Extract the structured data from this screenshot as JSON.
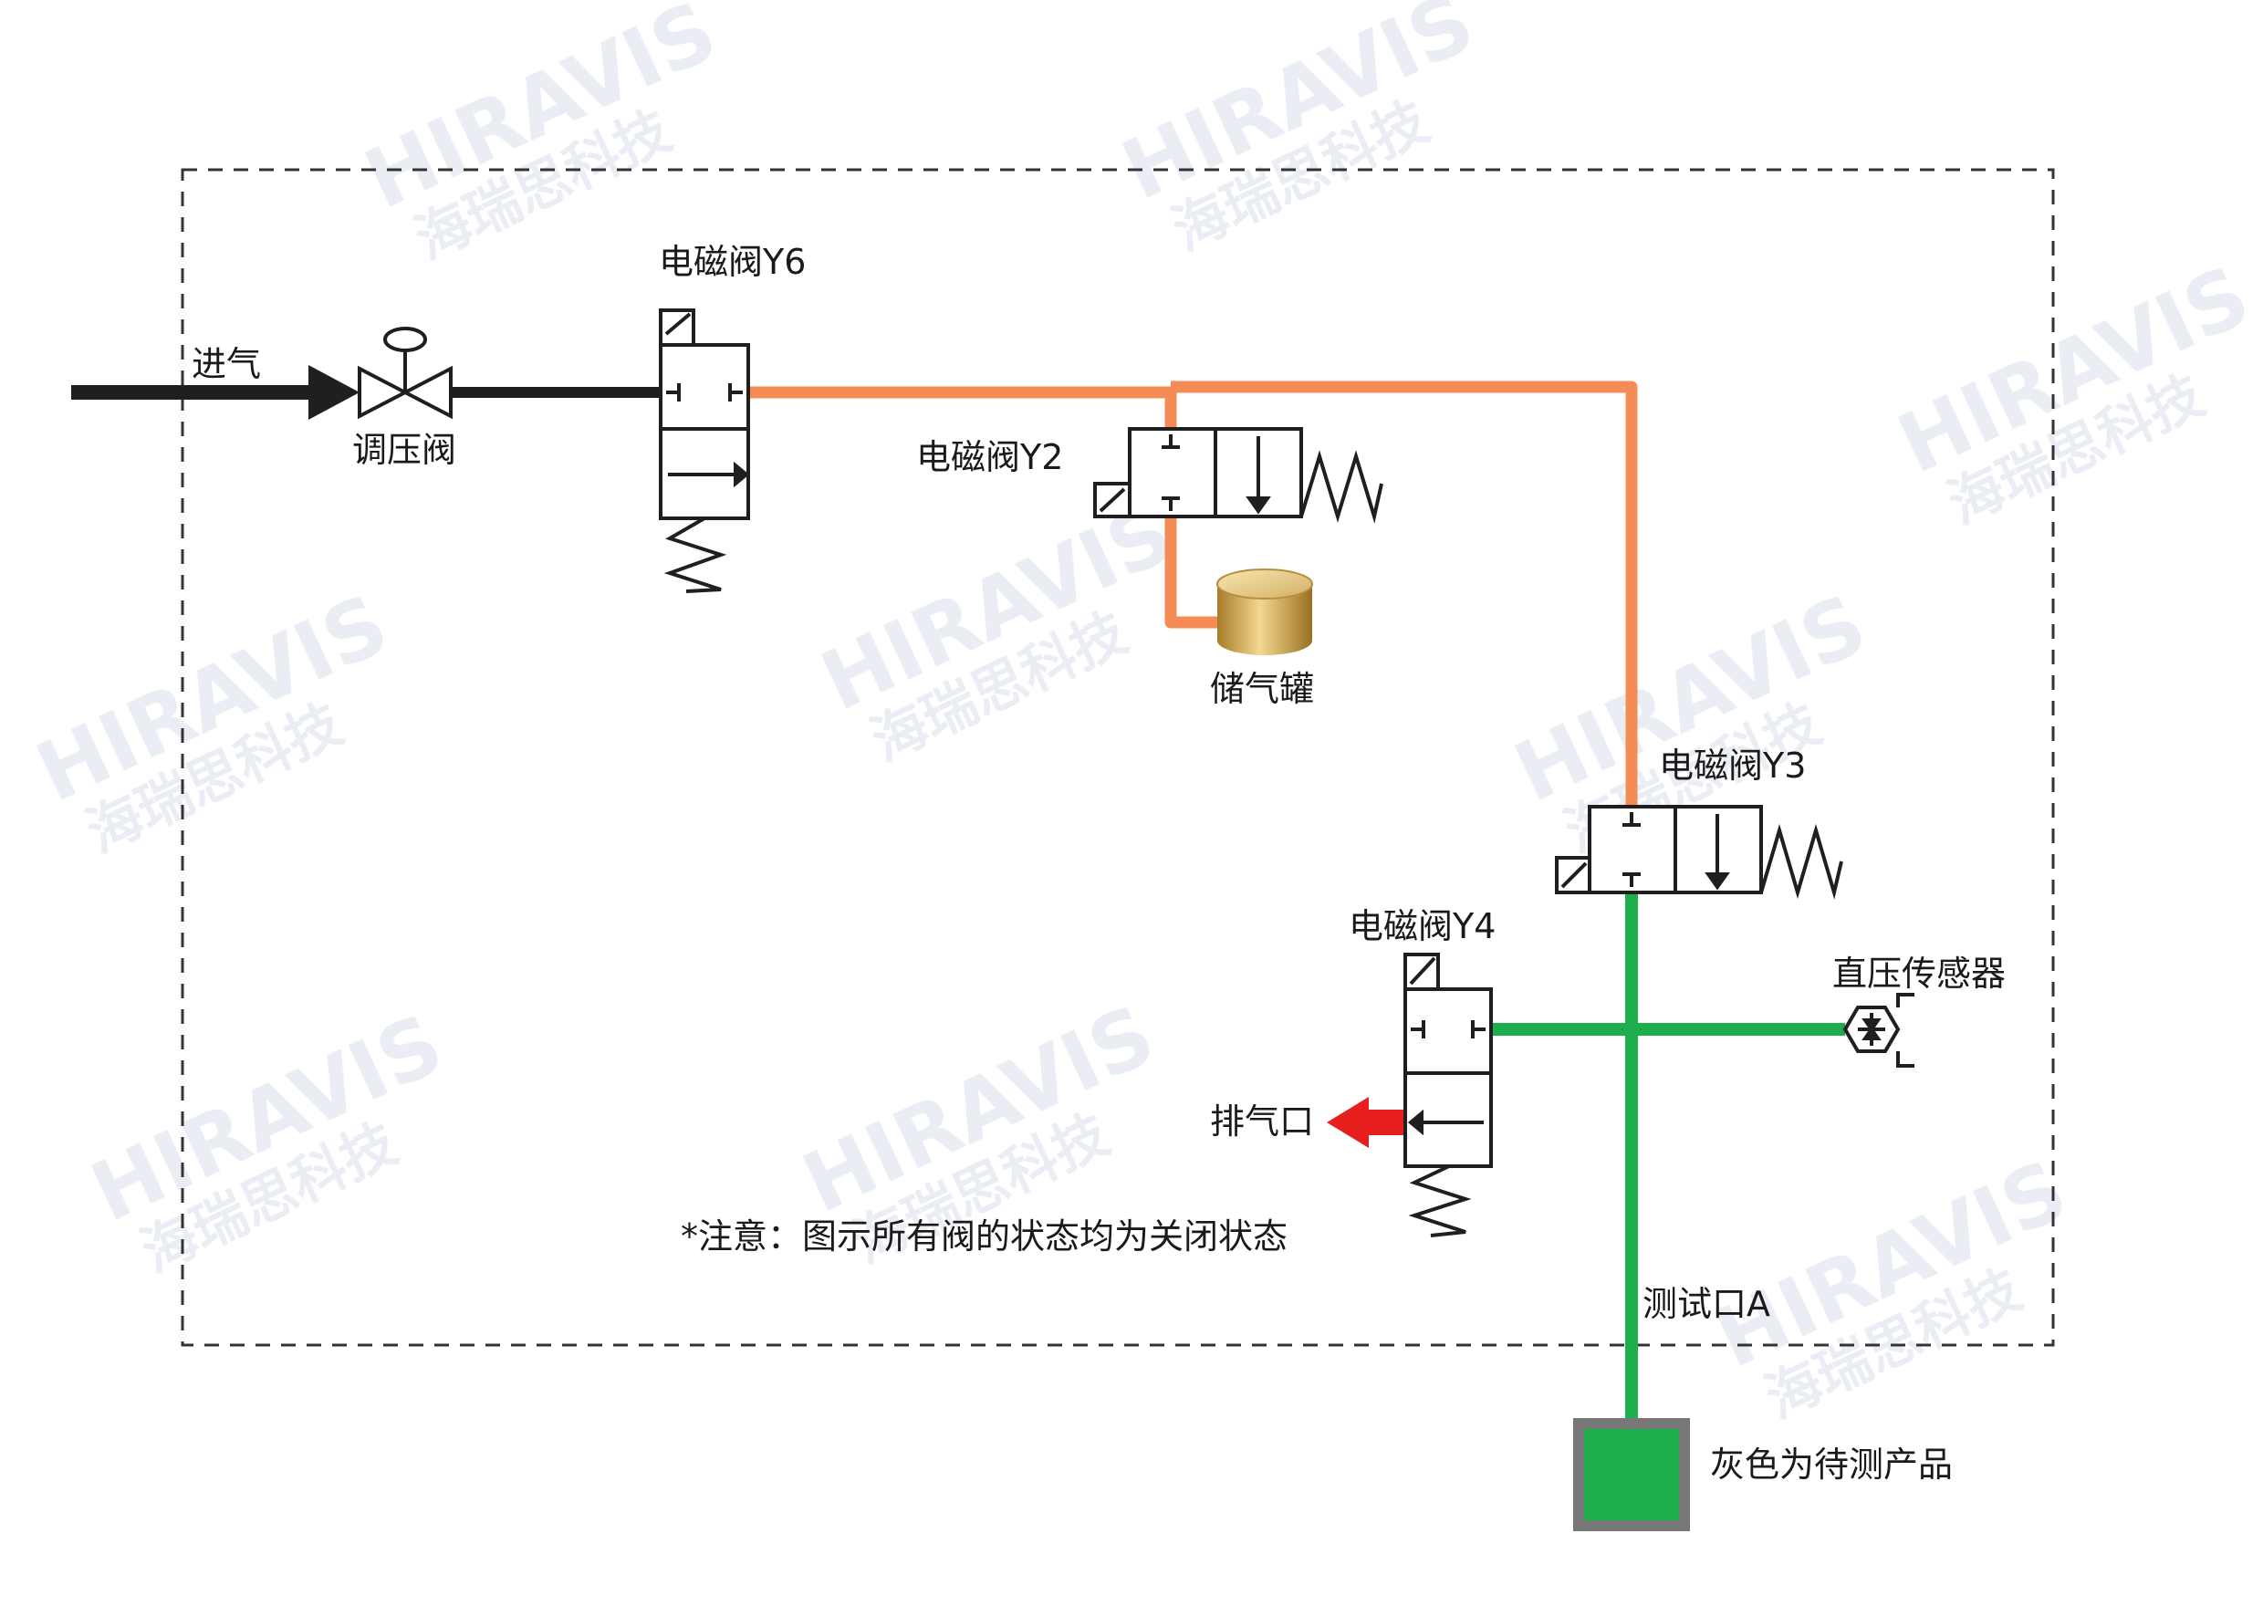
{
  "watermark": {
    "brand": "HIRAVIS",
    "company": "海瑞思科技"
  },
  "labels": {
    "inlet": "进气",
    "regulator": "调压阀",
    "valve_y6": "电磁阀Y6",
    "valve_y2": "电磁阀Y2",
    "tank": "储气罐",
    "valve_y3": "电磁阀Y3",
    "valve_y4": "电磁阀Y4",
    "sensor": "直压传感器",
    "exhaust": "排气口",
    "note": "*注意：图示所有阀的状态均为关闭状态",
    "test_port": "测试口A",
    "product": "灰色为待测产品"
  },
  "colors": {
    "inlet_line": "#1f1f1f",
    "pressure_line": "#f58b55",
    "test_line": "#1fae4d",
    "exhaust_arrow": "#e61e1e",
    "tank": "#c9a24a",
    "product_frame": "#777777",
    "product_fill": "#1fae4d"
  }
}
